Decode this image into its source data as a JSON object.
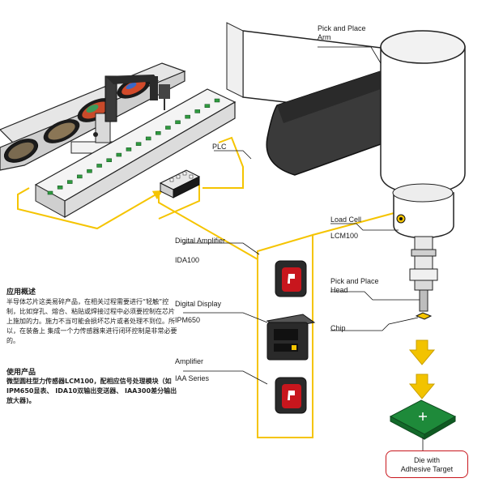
{
  "labels": {
    "pick_place_arm": [
      "Pick and Place",
      "Arm"
    ],
    "plc": "PLC",
    "load_cell": "Load Cell",
    "load_cell_model": "LCM100",
    "digital_amplifier": "Digital Amplifier",
    "digital_amplifier_model": "IDA100",
    "pick_place_head": [
      "Pick and Place",
      "Head"
    ],
    "chip": "Chip",
    "digital_display": "Digital Display",
    "digital_display_model": "IPM650",
    "amplifier": "Amplifier",
    "amplifier_model": "IAA Series",
    "die": [
      "Die with",
      "Adhesive Target"
    ]
  },
  "text": {
    "app_title": "应用概述",
    "app_body": "半导体芯片这类易碎产品，在相关过程需要进行“轻触”控制，比如穿孔、熔合、粘贴或焊接过程中必须要控制在芯片上施加的力。施力不当可能会损坏芯片或者处理不到位。所以，在装备上 集成一个力传感器来进行闭环控制是非常必要的。",
    "use_title": "使用产品",
    "use_body": "微型圆柱型力传感器LCM100，配相应信号处理模块（如IPM650显表、 IDA10双输出变送器、 IAA300差分输出放大器)。"
  },
  "colors": {
    "signal_line": "#f5c400",
    "arrow": "#f2c300",
    "accent_red": "#c8161d",
    "arm_dark": "#3a3a3a",
    "die_green": "#1e8a3a",
    "conveyor_green": "#2f9a3f"
  }
}
